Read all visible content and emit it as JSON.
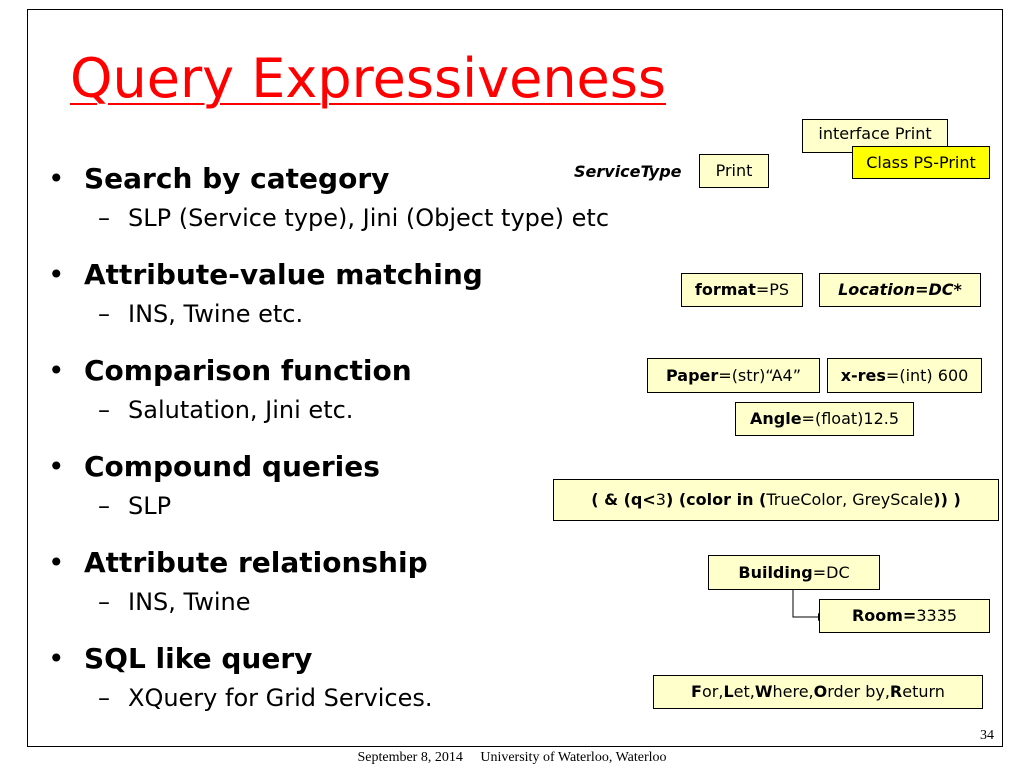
{
  "slide": {
    "title": "Query Expressiveness",
    "bullets": [
      {
        "text": "Search by category",
        "sub": "SLP (Service type), Jini (Object type) etc"
      },
      {
        "text": "Attribute-value matching",
        "sub": "INS, Twine etc."
      },
      {
        "text": "Comparison function",
        "sub": "Salutation, Jini etc."
      },
      {
        "text": "Compound queries",
        "sub": "SLP"
      },
      {
        "text": "Attribute relationship",
        "sub": "INS, Twine"
      },
      {
        "text": "SQL like query",
        "sub": "XQuery for Grid Services."
      }
    ],
    "bullet_glyph": "•",
    "dash_glyph": "–"
  },
  "examples": {
    "service_type_label": "ServiceType",
    "print": "Print",
    "interface_print": "interface Print",
    "class_ps_print": "Class PS-Print",
    "format_key": "format",
    "format_val": "=PS",
    "location": "Location=DC*",
    "paper_key": "Paper",
    "paper_val": "=(str)“A4”",
    "xres_key": "x-res",
    "xres_val": "=(int) 600",
    "angle_key": "Angle",
    "angle_val": "=(float)12.5",
    "compound_a": "( & (q<",
    "compound_b": "3",
    "compound_c": ") (color in (",
    "compound_d": "TrueColor, GreyScale",
    "compound_e": ")) )",
    "building_key": "Building",
    "building_val": "=DC",
    "room_key": "Room=",
    "room_val": "3335",
    "xq_1b": "F",
    "xq_1": "or, ",
    "xq_2b": "L",
    "xq_2": "et, ",
    "xq_3b": "W",
    "xq_3": "here, ",
    "xq_4b": "O",
    "xq_4": "rder by, ",
    "xq_5b": "R",
    "xq_5": "eturn"
  },
  "footer": {
    "date": "September 8, 2014",
    "org": "University of Waterloo, Waterloo",
    "page_number": "34"
  },
  "colors": {
    "title": "#ff0000",
    "box_fill": "#ffffcc",
    "box_highlight": "#ffff00"
  }
}
